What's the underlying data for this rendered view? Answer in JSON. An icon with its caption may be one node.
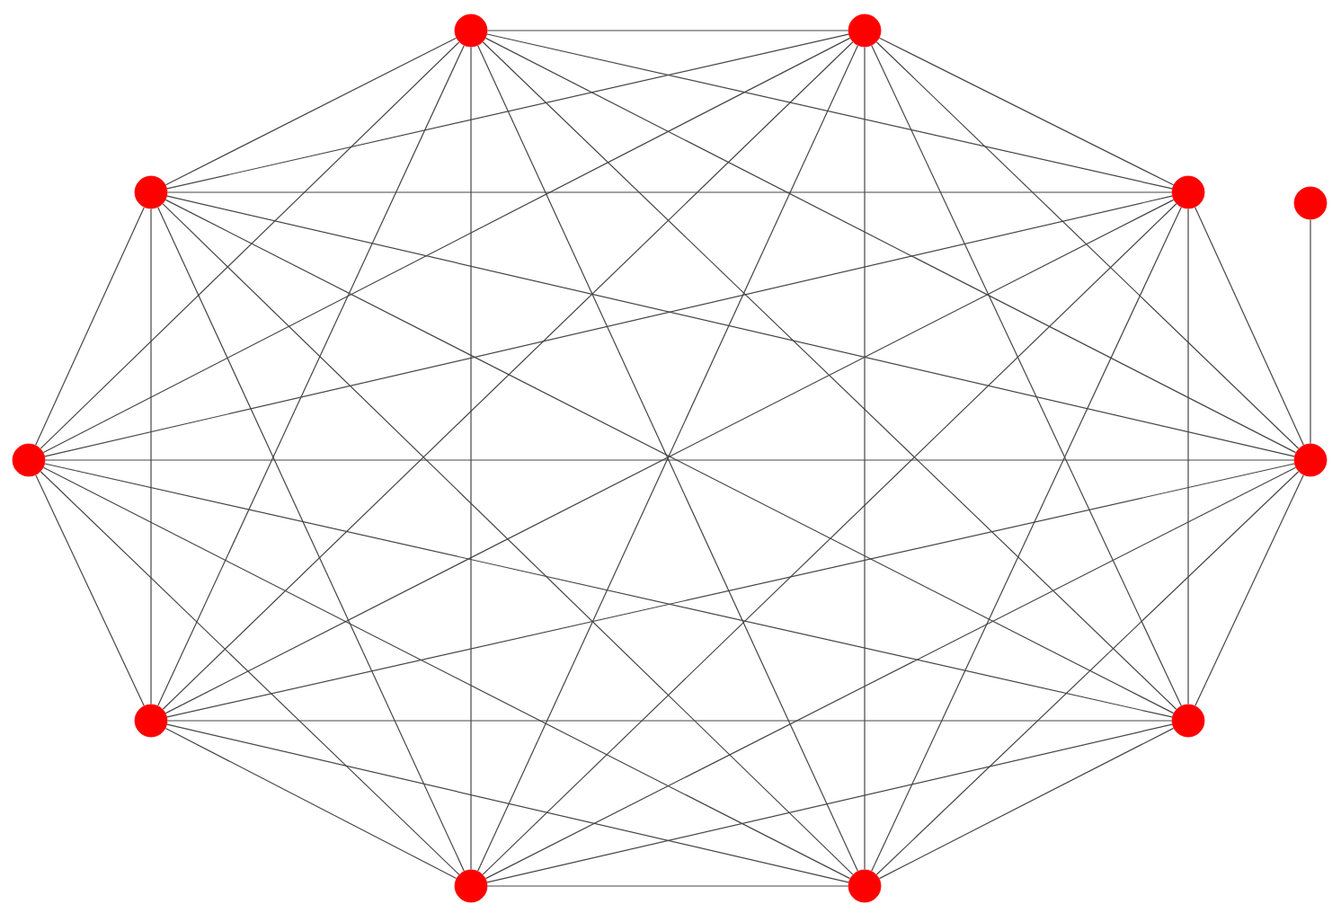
{
  "diagram": {
    "nodes": [
      {
        "text": [],
        "shape": "circle"
      },
      {
        "text": [],
        "shape": "circle"
      },
      {
        "text": [],
        "shape": "circle"
      },
      {
        "text": [],
        "shape": "circle"
      },
      {
        "text": [],
        "shape": "circle"
      },
      {
        "text": [],
        "shape": "circle"
      },
      {
        "text": [],
        "shape": "circle"
      },
      {
        "text": [],
        "shape": "circle"
      },
      {
        "text": [],
        "shape": "circle"
      },
      {
        "text": [],
        "shape": "circle"
      },
      {
        "text": [],
        "shape": "circle"
      }
    ],
    "edges": [
      {
        "from": 0,
        "to": 1,
        "arrow": "none"
      },
      {
        "from": 0,
        "to": 2,
        "arrow": "none"
      },
      {
        "from": 0,
        "to": 3,
        "arrow": "none"
      },
      {
        "from": 0,
        "to": 4,
        "arrow": "none"
      },
      {
        "from": 0,
        "to": 5,
        "arrow": "none"
      },
      {
        "from": 0,
        "to": 6,
        "arrow": "none"
      },
      {
        "from": 0,
        "to": 7,
        "arrow": "none"
      },
      {
        "from": 0,
        "to": 8,
        "arrow": "none"
      },
      {
        "from": 0,
        "to": 10,
        "arrow": "none"
      },
      {
        "from": 1,
        "to": 2,
        "arrow": "none"
      },
      {
        "from": 1,
        "to": 3,
        "arrow": "none"
      },
      {
        "from": 1,
        "to": 4,
        "arrow": "none"
      },
      {
        "from": 1,
        "to": 5,
        "arrow": "none"
      },
      {
        "from": 1,
        "to": 6,
        "arrow": "none"
      },
      {
        "from": 1,
        "to": 7,
        "arrow": "none"
      },
      {
        "from": 1,
        "to": 8,
        "arrow": "none"
      },
      {
        "from": 1,
        "to": 10,
        "arrow": "none"
      },
      {
        "from": 2,
        "to": 3,
        "arrow": "none"
      },
      {
        "from": 2,
        "to": 4,
        "arrow": "none"
      },
      {
        "from": 2,
        "to": 5,
        "arrow": "none"
      },
      {
        "from": 2,
        "to": 6,
        "arrow": "none"
      },
      {
        "from": 2,
        "to": 7,
        "arrow": "none"
      },
      {
        "from": 2,
        "to": 8,
        "arrow": "none"
      },
      {
        "from": 2,
        "to": 10,
        "arrow": "none"
      },
      {
        "from": 3,
        "to": 4,
        "arrow": "none"
      },
      {
        "from": 3,
        "to": 5,
        "arrow": "none"
      },
      {
        "from": 3,
        "to": 6,
        "arrow": "none"
      },
      {
        "from": 3,
        "to": 7,
        "arrow": "none"
      },
      {
        "from": 3,
        "to": 8,
        "arrow": "none"
      },
      {
        "from": 3,
        "to": 10,
        "arrow": "none"
      },
      {
        "from": 4,
        "to": 5,
        "arrow": "none"
      },
      {
        "from": 4,
        "to": 6,
        "arrow": "none"
      },
      {
        "from": 4,
        "to": 7,
        "arrow": "none"
      },
      {
        "from": 4,
        "to": 8,
        "arrow": "none"
      },
      {
        "from": 4,
        "to": 10,
        "arrow": "none"
      },
      {
        "from": 5,
        "to": 6,
        "arrow": "none"
      },
      {
        "from": 5,
        "to": 7,
        "arrow": "none"
      },
      {
        "from": 5,
        "to": 8,
        "arrow": "none"
      },
      {
        "from": 5,
        "to": 10,
        "arrow": "none"
      },
      {
        "from": 6,
        "to": 7,
        "arrow": "none"
      },
      {
        "from": 6,
        "to": 8,
        "arrow": "none"
      },
      {
        "from": 6,
        "to": 10,
        "arrow": "none"
      },
      {
        "from": 7,
        "to": 8,
        "arrow": "none"
      },
      {
        "from": 7,
        "to": 10,
        "arrow": "none"
      },
      {
        "from": 8,
        "to": 10,
        "arrow": "none"
      },
      {
        "from": 9,
        "to": 10,
        "arrow": "none"
      }
    ]
  }
}
